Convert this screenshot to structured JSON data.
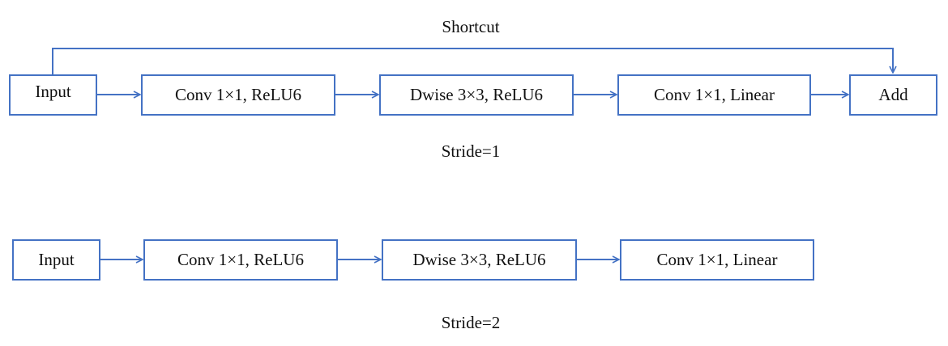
{
  "stride1": {
    "label": "Stride=1",
    "shortcut_label": "Shortcut",
    "nodes": {
      "input": "Input",
      "conv_expand": "Conv 1×1, ReLU6",
      "dwise": "Dwise 3×3, ReLU6",
      "conv_project": "Conv 1×1, Linear",
      "add": "Add"
    }
  },
  "stride2": {
    "label": "Stride=2",
    "nodes": {
      "input": "Input",
      "conv_expand": "Conv 1×1, ReLU6",
      "dwise": "Dwise 3×3, ReLU6",
      "conv_project": "Conv 1×1, Linear"
    }
  },
  "colors": {
    "line": "#4472c4",
    "text": "#111111"
  }
}
